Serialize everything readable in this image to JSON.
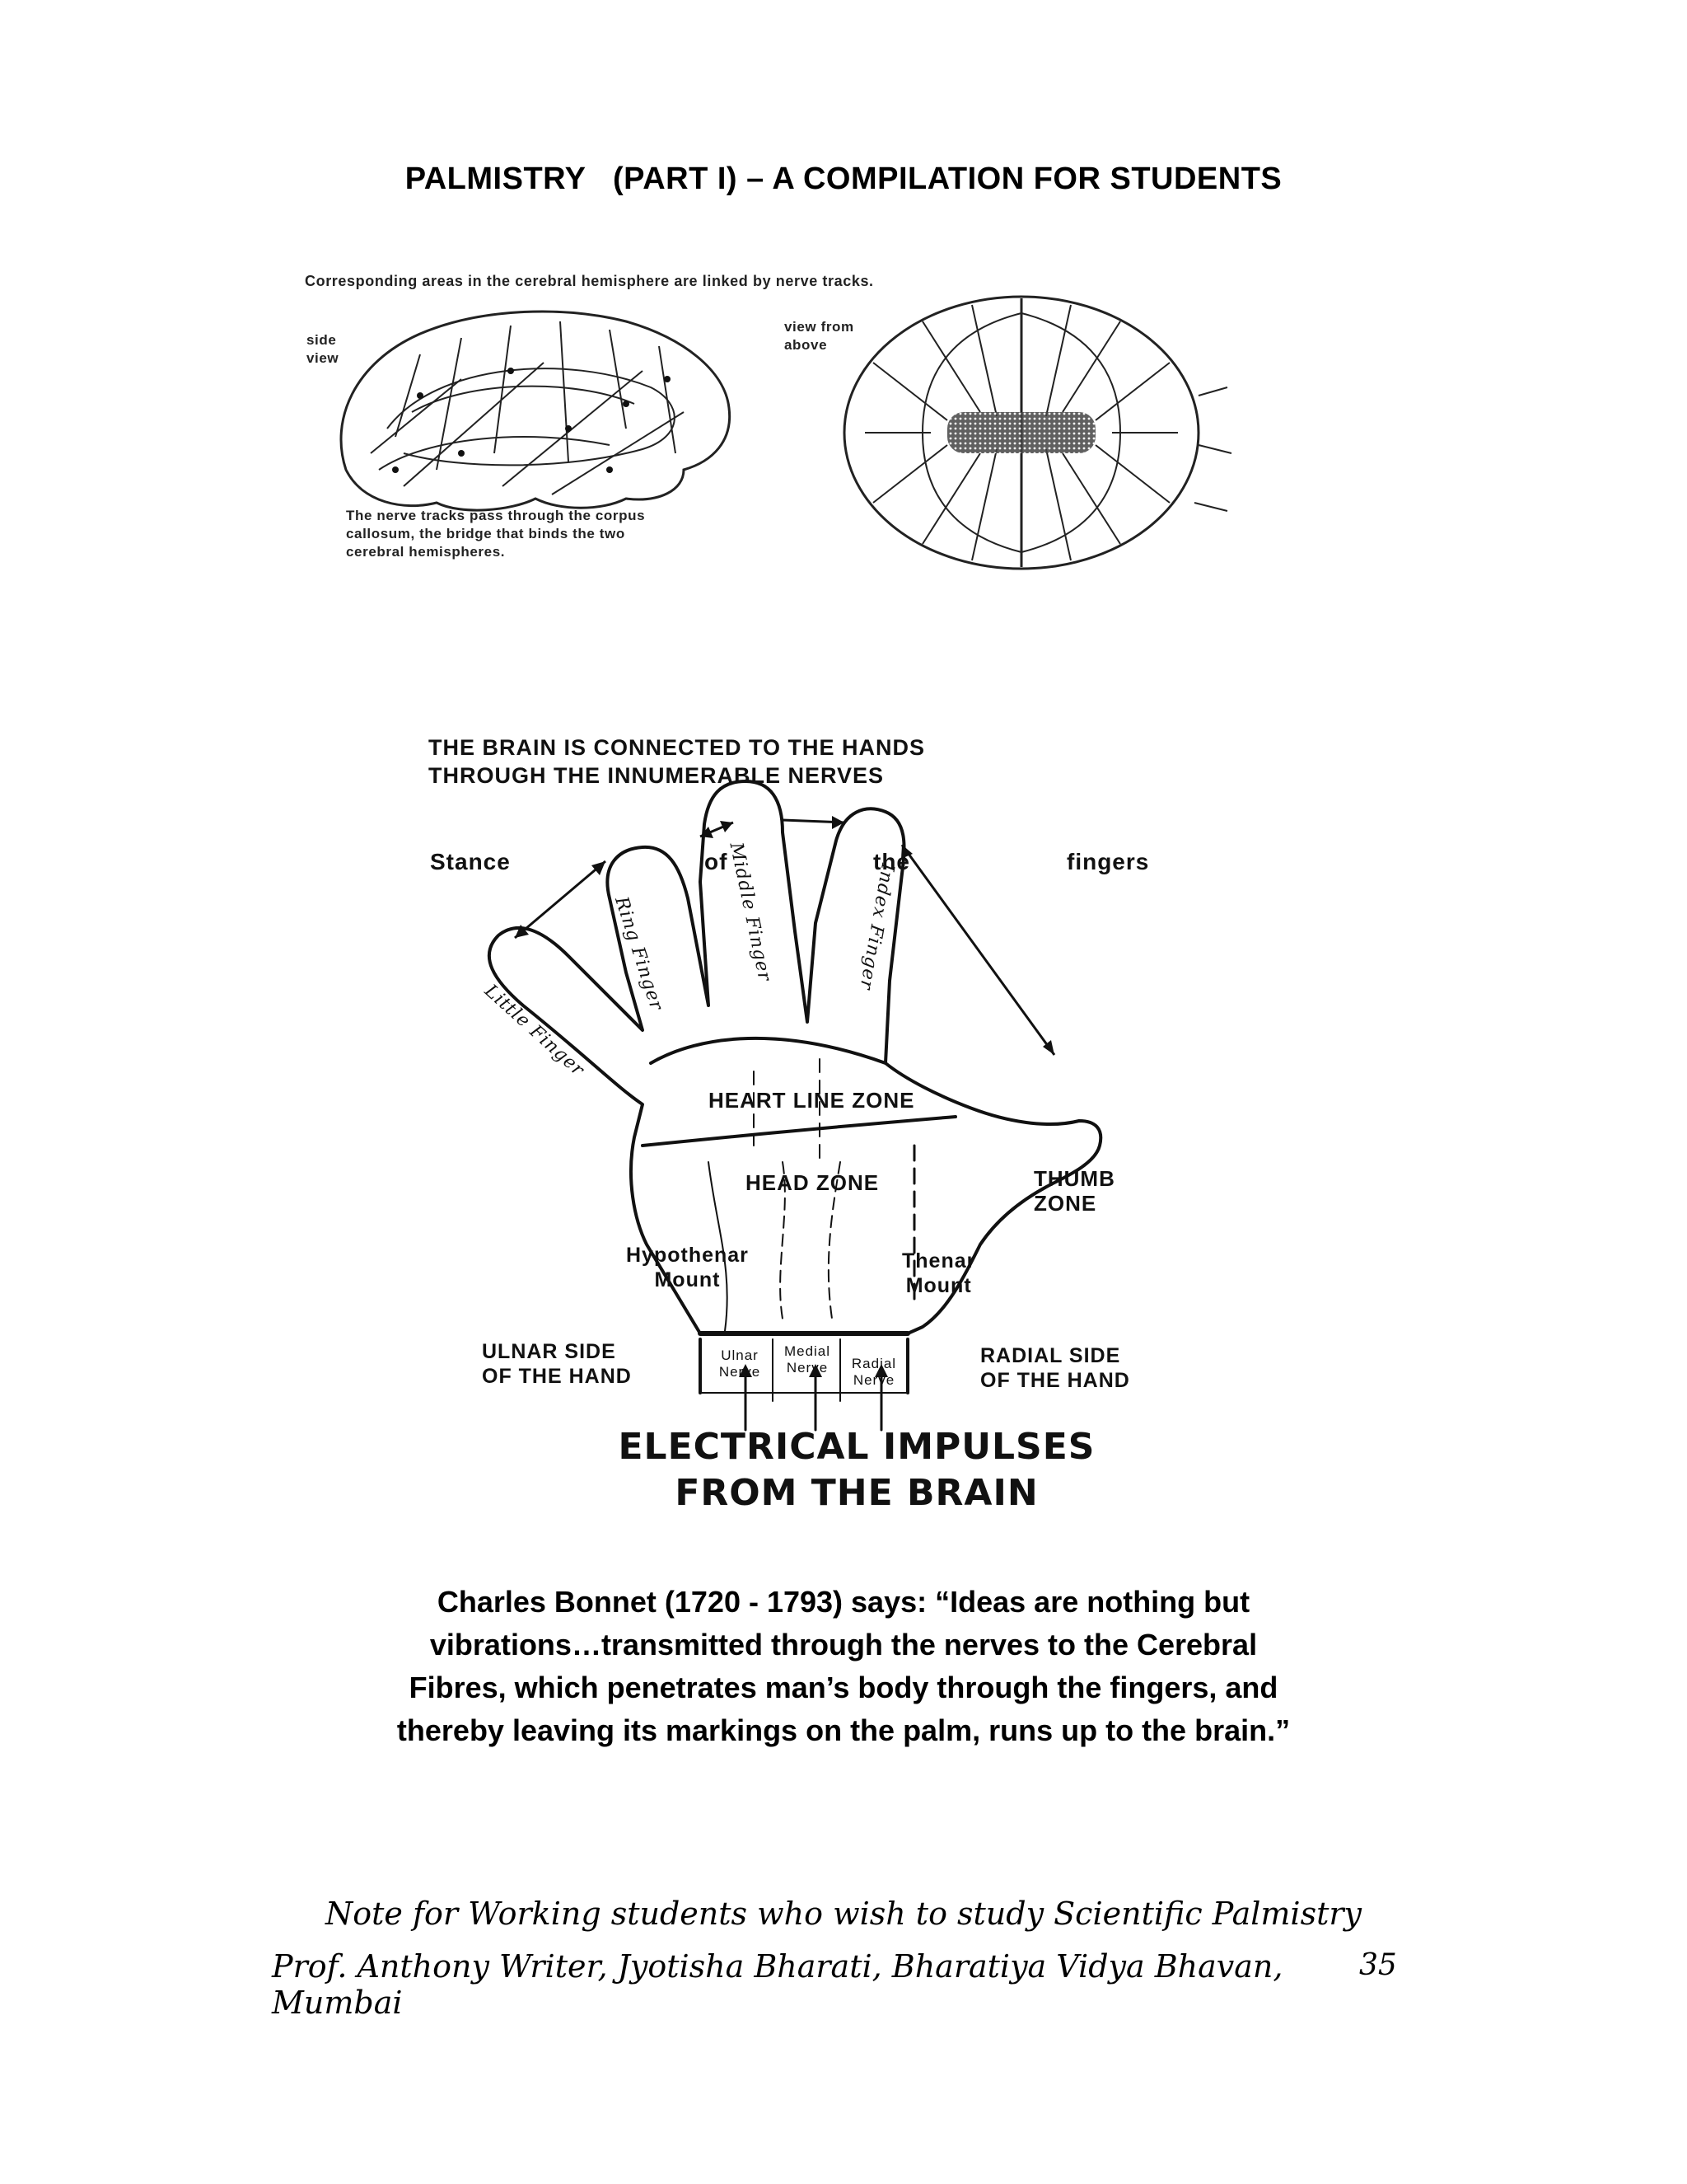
{
  "header": {
    "title": "PALMISTRY   (PART I) – A COMPILATION FOR STUDENTS"
  },
  "brain_figure": {
    "caption_top": "Corresponding areas in the cerebral hemisphere are linked by nerve tracks.",
    "side_view": [
      "side",
      "view"
    ],
    "view_from_above": [
      "view from",
      "above"
    ],
    "caption_bottom": [
      "The nerve tracks pass through the corpus",
      "callosum, the bridge that binds the two",
      "cerebral hemispheres."
    ]
  },
  "hand_figure": {
    "heading": [
      "THE BRAIN IS CONNECTED TO THE HANDS",
      "THROUGH THE INNUMERABLE NERVES"
    ],
    "stance_words": [
      "Stance",
      "of",
      "the",
      "fingers"
    ],
    "fingers": {
      "little": "Little Finger",
      "ring": "Ring Finger",
      "middle": "Middle Finger",
      "index": "Index Finger"
    },
    "zones": {
      "heart": "HEART LINE ZONE",
      "head": "HEAD ZONE",
      "thumb": [
        "THUMB",
        "ZONE"
      ]
    },
    "mounts": {
      "hypothenar": [
        "Hypothenar",
        "Mount"
      ],
      "thenar": [
        "Thenar",
        "Mount"
      ]
    },
    "sides": {
      "ulnar": [
        "ULNAR SIDE",
        "OF THE HAND"
      ],
      "radial": [
        "RADIAL SIDE",
        "OF THE HAND"
      ]
    },
    "nerves": {
      "ulnar": [
        "Ulnar",
        "Nerve"
      ],
      "medial": [
        "Medial",
        "Nerve"
      ],
      "radial": [
        "Radial",
        "Nerve"
      ]
    },
    "impulses": [
      "ELECTRICAL IMPULSES",
      "FROM THE  BRAIN"
    ]
  },
  "quote": [
    "Charles Bonnet (1720 - 1793) says: “Ideas are nothing but",
    "vibrations…transmitted through the nerves to the Cerebral",
    "Fibres, which penetrates man’s body through the fingers, and",
    "thereby leaving its markings on the palm, runs up to the brain.”"
  ],
  "footer": {
    "line1": "Note for Working students who wish to study Scientific Palmistry",
    "line2": "Prof. Anthony Writer, Jyotisha Bharati, Bharatiya Vidya Bhavan,  Mumbai",
    "page_number": "35"
  }
}
